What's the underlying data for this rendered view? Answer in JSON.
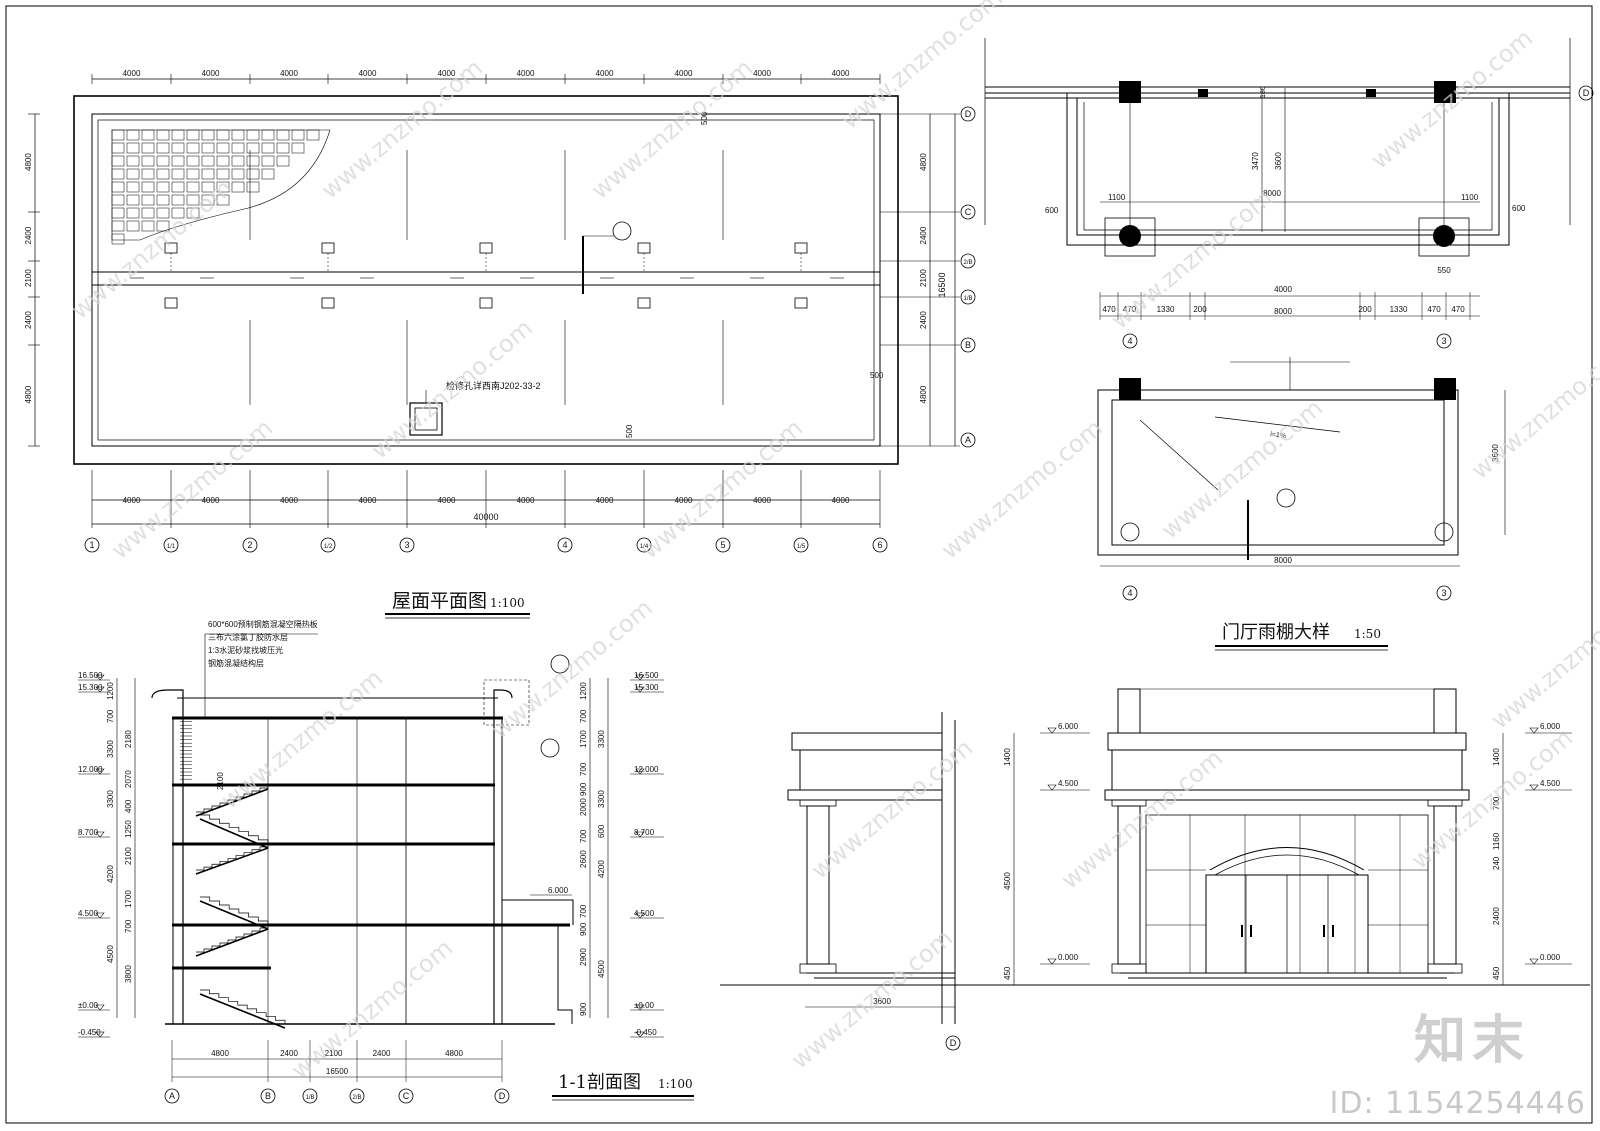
{
  "titles": {
    "roof_plan": "屋面平面图",
    "roof_plan_scale": "1:100",
    "section": "1-1剖面图",
    "section_scale": "1:100",
    "canopy": "门厅雨棚大样",
    "canopy_scale": "1:50"
  },
  "roof_plan": {
    "bay_dims": [
      "4000",
      "4000",
      "4000",
      "4000",
      "4000",
      "4000",
      "4000",
      "4000",
      "4000",
      "4000"
    ],
    "total": "40000",
    "axes_x": [
      "1",
      "1/1",
      "2",
      "1/2",
      "3",
      "4",
      "1/4",
      "5",
      "1/5",
      "6"
    ],
    "axes_y": [
      "D",
      "C",
      "2/B",
      "1/B",
      "B",
      "A"
    ],
    "left_dims": [
      "4800",
      "2400",
      "2100",
      "2400",
      "4800"
    ],
    "right_dims": [
      "4800",
      "2400",
      "2100",
      "2400",
      "4800"
    ],
    "right_total": "16500",
    "note": "检修孔详西南J202-33-2",
    "edge_500_a": "500",
    "edge_500_b": "500",
    "edge_500_c": "500"
  },
  "canopy_plan": {
    "top_dims": [
      "1100",
      "1100",
      "8000",
      "3470",
      "3600",
      "600",
      "600",
      "180"
    ],
    "row1": [
      "470",
      "470",
      "1330",
      "200",
      "4000",
      "200",
      "1330",
      "470",
      "470"
    ],
    "row1_total": "8000",
    "col_dim": "550",
    "axes": [
      "4",
      "3",
      "D"
    ],
    "lower_8000": "8000",
    "lower_3600": "3600",
    "slope": "i=1%"
  },
  "section": {
    "notes": [
      "600*600预制钢筋混凝空隔热板",
      "三布六涂氯丁胶防水层",
      "1:3水泥砂浆找坡压光",
      "钢筋混凝结构层"
    ],
    "levels_left": [
      "16.500",
      "15.300",
      "12.000",
      "8.700",
      "4.500",
      "±0.00",
      "-0.450"
    ],
    "levels_right": [
      "16.500",
      "15.300",
      "12.000",
      "8.700",
      "4.500",
      "±0.00",
      "-0.450",
      "6.000"
    ],
    "left_dims": [
      "1200",
      "700",
      "3300",
      "2180",
      "2070",
      "3300",
      "400",
      "1250",
      "2100",
      "4200",
      "1700",
      "700",
      "4500",
      "3800",
      "2100"
    ],
    "right_dims": [
      "1200",
      "700",
      "1700",
      "3300",
      "700",
      "900",
      "2000",
      "3300",
      "700",
      "600",
      "2600",
      "4200",
      "700",
      "900",
      "2900",
      "4500",
      "900"
    ],
    "bottom": [
      "4800",
      "2400",
      "2100",
      "2400",
      "4800"
    ],
    "bottom_total": "16500",
    "axes": [
      "A",
      "B",
      "1/B",
      "2/B",
      "C",
      "D"
    ]
  },
  "elevations": {
    "levels": [
      "6.000",
      "4.500",
      "0.000"
    ],
    "left_dims": [
      "1400",
      "4500",
      "450"
    ],
    "right_dims": [
      "1400",
      "700",
      "1160",
      "240",
      "2400",
      "450"
    ],
    "width": "3600",
    "axis": "D"
  },
  "watermark": {
    "brand": "知末",
    "id": "ID: 1154254446",
    "site": "www.znzmo.com"
  }
}
